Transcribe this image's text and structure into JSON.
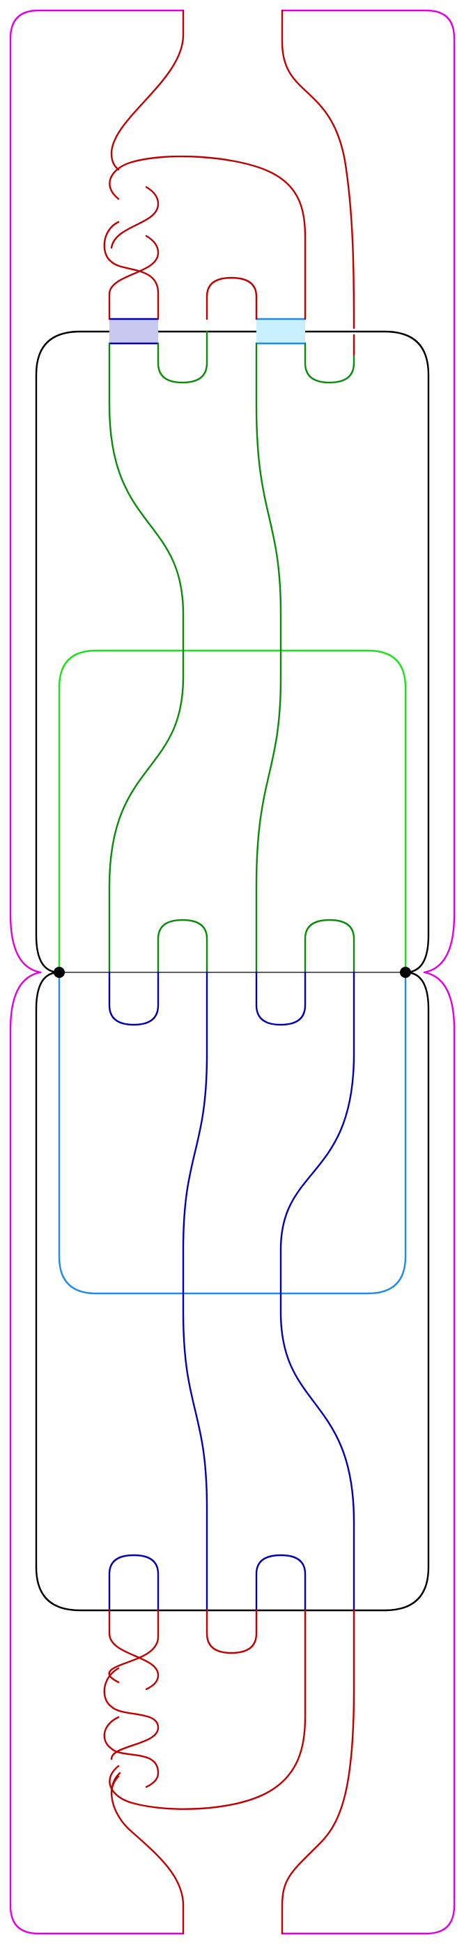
{
  "diagram": {
    "kind": "knot-link-diagram",
    "components": [
      {
        "name": "outer-loop",
        "color": "#e000e0"
      },
      {
        "name": "inner-loop",
        "color": "#000000"
      },
      {
        "name": "strand-top",
        "color": "#c00000"
      },
      {
        "name": "strand-middle-upper",
        "color": "#0a8c0a"
      },
      {
        "name": "strand-middle-lower",
        "color": "#0000b4"
      },
      {
        "name": "box-upper",
        "color": "#1ee01e"
      },
      {
        "name": "box-lower",
        "color": "#1e8ce6"
      }
    ],
    "marked_points": 2,
    "highlighted_bands": [
      {
        "color": "#c8c8f0",
        "edge": "#0000b4"
      },
      {
        "color": "#c8f0ff",
        "edge": "#1e8ce6"
      }
    ]
  }
}
